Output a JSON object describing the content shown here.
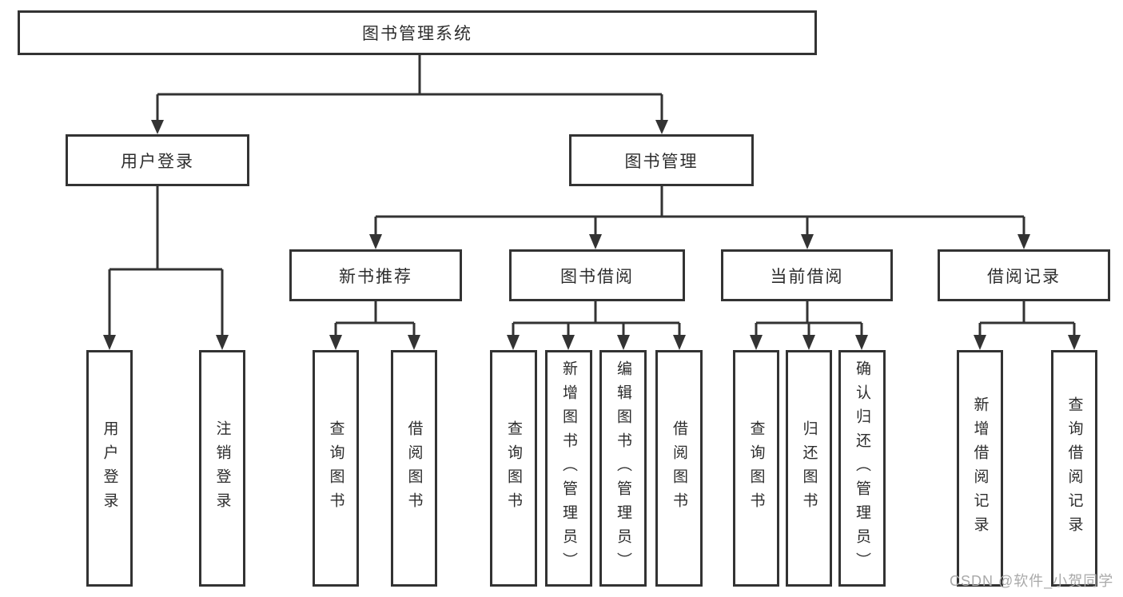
{
  "diagram": {
    "type": "tree",
    "root": {
      "label": "图书管理系统"
    },
    "level2": [
      {
        "label": "用户登录",
        "parent": "图书管理系统"
      },
      {
        "label": "图书管理",
        "parent": "图书管理系统"
      }
    ],
    "level3": [
      {
        "label": "新书推荐",
        "parent": "图书管理"
      },
      {
        "label": "图书借阅",
        "parent": "图书管理"
      },
      {
        "label": "当前借阅",
        "parent": "图书管理"
      },
      {
        "label": "借阅记录",
        "parent": "图书管理"
      }
    ],
    "level4": [
      {
        "label": "用户登录",
        "parent": "用户登录"
      },
      {
        "label": "注销登录",
        "parent": "用户登录"
      },
      {
        "label": "查询图书",
        "parent": "新书推荐"
      },
      {
        "label": "借阅图书",
        "parent": "新书推荐"
      },
      {
        "label": "查询图书",
        "parent": "图书借阅"
      },
      {
        "label": "新增图书（管理员）",
        "parent": "图书借阅"
      },
      {
        "label": "编辑图书（管理员）",
        "parent": "图书借阅"
      },
      {
        "label": "借阅图书",
        "parent": "图书借阅"
      },
      {
        "label": "查询图书",
        "parent": "当前借阅"
      },
      {
        "label": "归还图书",
        "parent": "当前借阅"
      },
      {
        "label": "确认归还（管理员）",
        "parent": "当前借阅"
      },
      {
        "label": "新增借阅记录",
        "parent": "借阅记录"
      },
      {
        "label": "查询借阅记录",
        "parent": "借阅记录"
      }
    ]
  },
  "colors": {
    "line": "#333333",
    "text": "#2d2d2d",
    "background": "#ffffff",
    "watermark": "#a9a9a9"
  },
  "watermark": {
    "text": "CSDN @软件_小贺同学"
  }
}
